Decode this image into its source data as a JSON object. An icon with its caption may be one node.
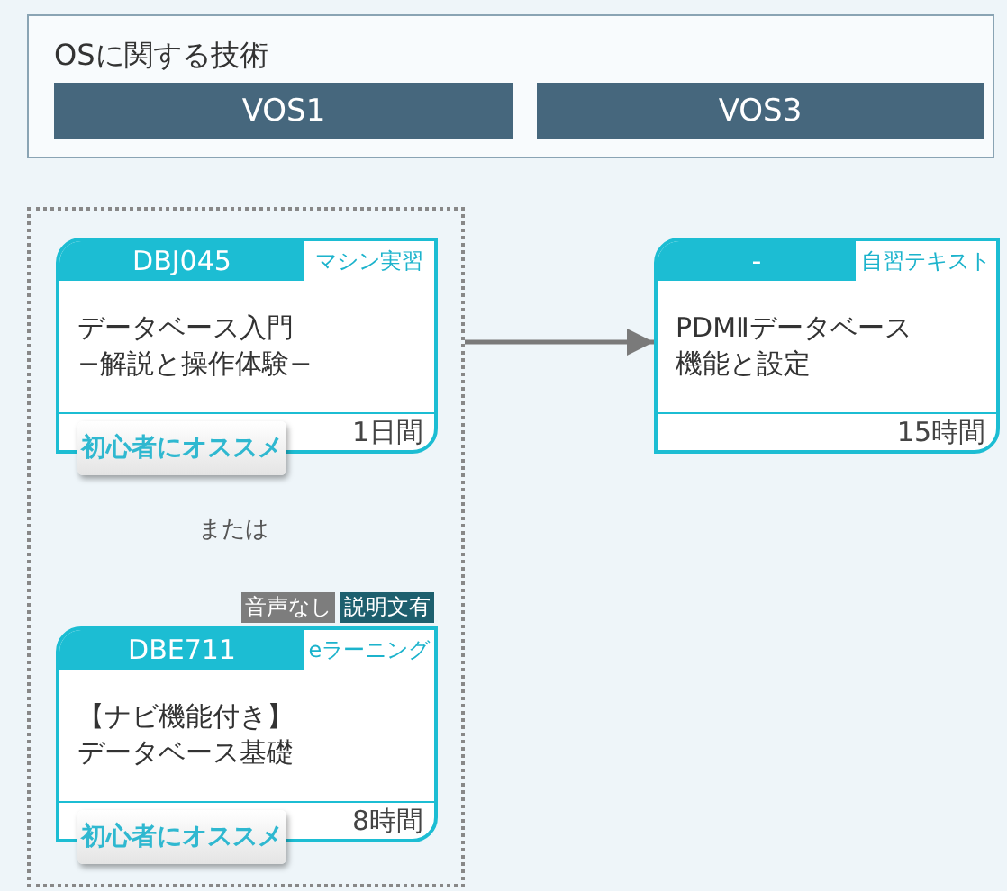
{
  "diagram": {
    "nodes": [
      {
        "text": [
          "OSに関する技術"
        ]
      },
      {
        "text": [
          "VOS1"
        ],
        "in": 0
      },
      {
        "text": [
          "VOS3"
        ],
        "in": 0
      },
      {
        "text": [],
        "shape": "box"
      },
      {
        "text": [
          "DBJ045",
          "マシン実習",
          "データベース入門−解説と操作体験−",
          "初心者にオススメ",
          "1日間"
        ],
        "in": 3
      },
      {
        "text": [
          "DBE711",
          "eラーニング",
          "【ナビ機能付き】データベース基礎",
          "初心者にオススメ",
          "8時間"
        ],
        "in": 3,
        "beside": [
          "音声なし",
          "説明文有"
        ]
      },
      {
        "text": [
          "-",
          "自習テキスト",
          "PDMⅡデータベース機能と設定",
          "15時間"
        ]
      }
    ],
    "edges": [
      {
        "from": 3,
        "to": 6,
        "arrow": "to"
      }
    ],
    "labels": [
      "または"
    ]
  }
}
